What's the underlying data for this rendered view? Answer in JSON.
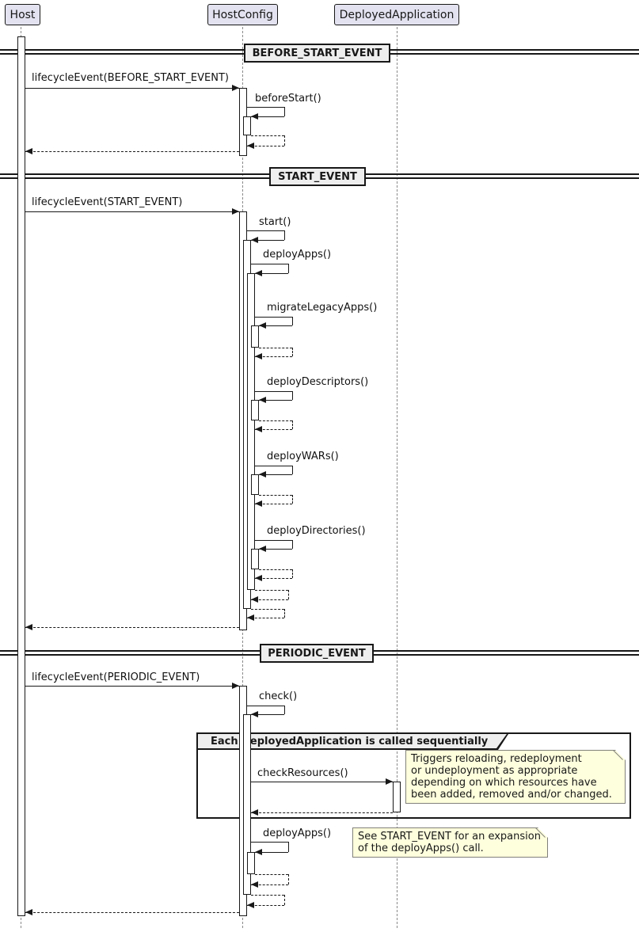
{
  "colors": {
    "background": "#FFFFFF",
    "participant_fill": "#E2E2F0",
    "participant_border": "#181818",
    "divider_fill": "#EEEEEE",
    "note_fill": "#FEFFDD",
    "note_border": "#81807A",
    "line": "#181818",
    "lifeline": "#8A8A8A",
    "activation_fill": "#FFFFFF"
  },
  "participants": {
    "host": "Host",
    "host_config": "HostConfig",
    "deployed_application": "DeployedApplication"
  },
  "dividers": {
    "before_start": "BEFORE_START_EVENT",
    "start": "START_EVENT",
    "periodic": "PERIODIC_EVENT"
  },
  "messages": {
    "lifecycle_before_start": "lifecycleEvent(BEFORE_START_EVENT)",
    "before_start": "beforeStart()",
    "lifecycle_start": "lifecycleEvent(START_EVENT)",
    "start": "start()",
    "deploy_apps": "deployApps()",
    "migrate_legacy_apps": "migrateLegacyApps()",
    "deploy_descriptors": "deployDescriptors()",
    "deploy_wars": "deployWARs()",
    "deploy_directories": "deployDirectories()",
    "lifecycle_periodic": "lifecycleEvent(PERIODIC_EVENT)",
    "check": "check()",
    "check_resources": "checkResources()",
    "deploy_apps_periodic": "deployApps()"
  },
  "group": {
    "label": "Each DeployedApplication is called sequentially"
  },
  "notes": {
    "check_resources": {
      "line1": "Triggers reloading, redeployment",
      "line2": "or undeployment as appropriate",
      "line3": "depending on which resources have",
      "line4": "been added, removed and/or changed."
    },
    "deploy_apps": {
      "line1": "See START_EVENT for an expansion",
      "line2": "of the deployApps() call."
    }
  }
}
